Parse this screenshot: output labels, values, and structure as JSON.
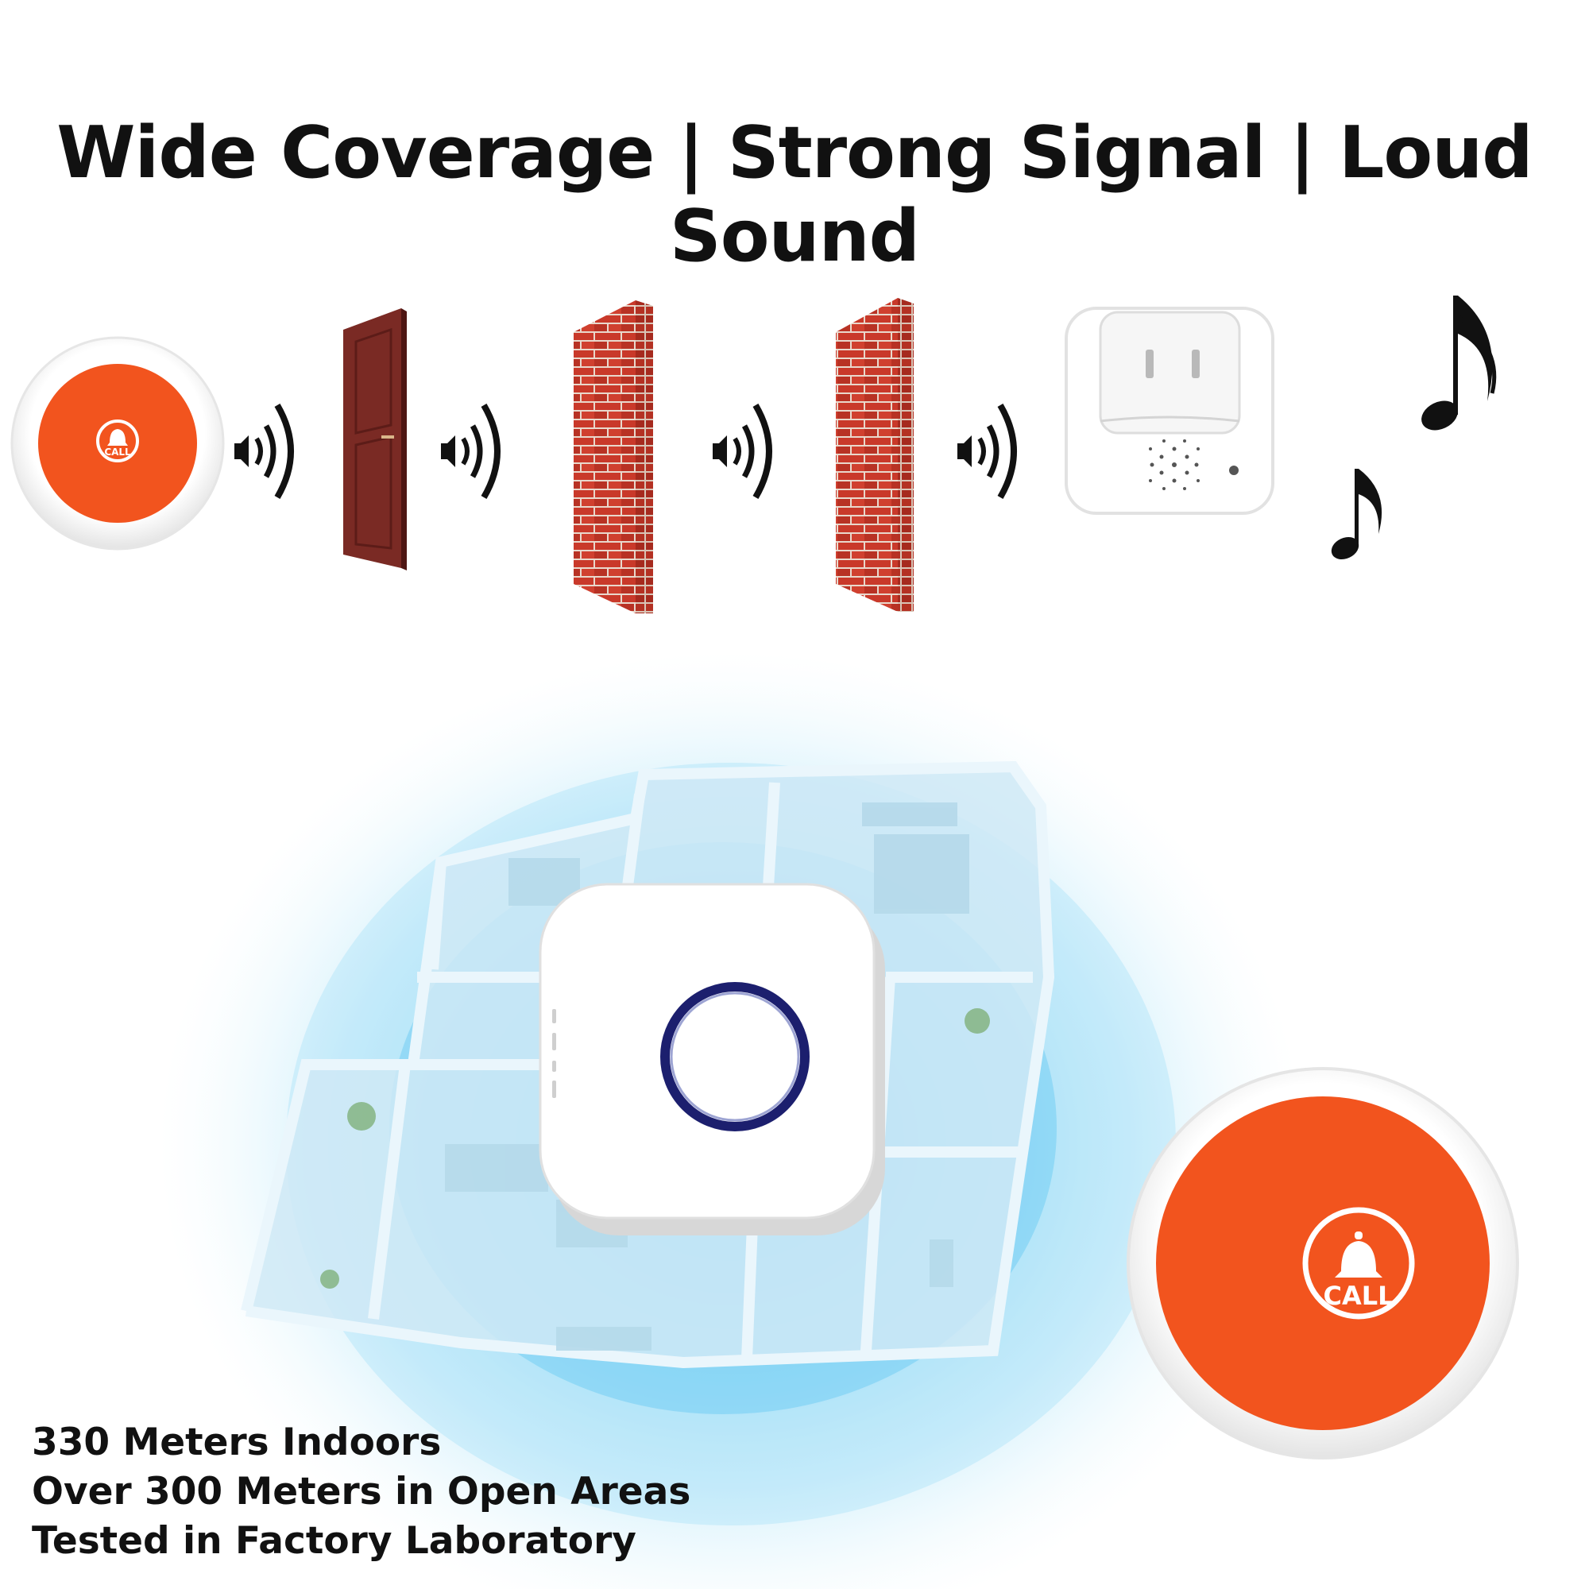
{
  "headline": "Wide Coverage | Strong Signal | Loud Sound",
  "button_label": "CALL",
  "specs": [
    "330 Meters Indoors",
    "Over 300 Meters in Open Areas",
    "Tested in Factory Laboratory"
  ],
  "icons": [
    "call-button-icon",
    "signal-waves-icon",
    "door-icon",
    "brick-wall-icon",
    "plug-in-receiver-icon",
    "music-note-icon",
    "floor-plan-icon",
    "receiver-unit-icon"
  ],
  "colors": {
    "button_red": "#f2541e",
    "door": "#7a2a24",
    "brick": "#c93a2a",
    "coverage_blue": "#6fd0f5",
    "ring_navy": "#1c1f6e"
  }
}
